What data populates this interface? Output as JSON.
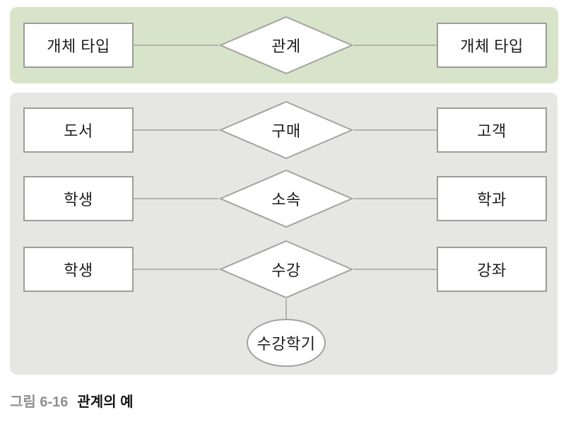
{
  "colors": {
    "legend_panel_bg": "#d8e4c9",
    "examples_panel_bg": "#e6e6e4",
    "node_fill": "#ffffff",
    "node_border": "#9c9c9a",
    "connector": "#b2b2b0",
    "text": "#1c1c1c",
    "caption_label": "#8f8f8f",
    "caption_title": "#141414"
  },
  "legend": {
    "left_entity": "개체 타입",
    "relationship": "관계",
    "right_entity": "개체 타입"
  },
  "rows": [
    {
      "left": "도서",
      "rel": "구매",
      "right": "고객"
    },
    {
      "left": "학생",
      "rel": "소속",
      "right": "학과"
    },
    {
      "left": "학생",
      "rel": "수강",
      "right": "강좌",
      "attribute": "수강학기"
    }
  ],
  "caption": {
    "label": "그림 6-16",
    "title": "관계의 예"
  }
}
